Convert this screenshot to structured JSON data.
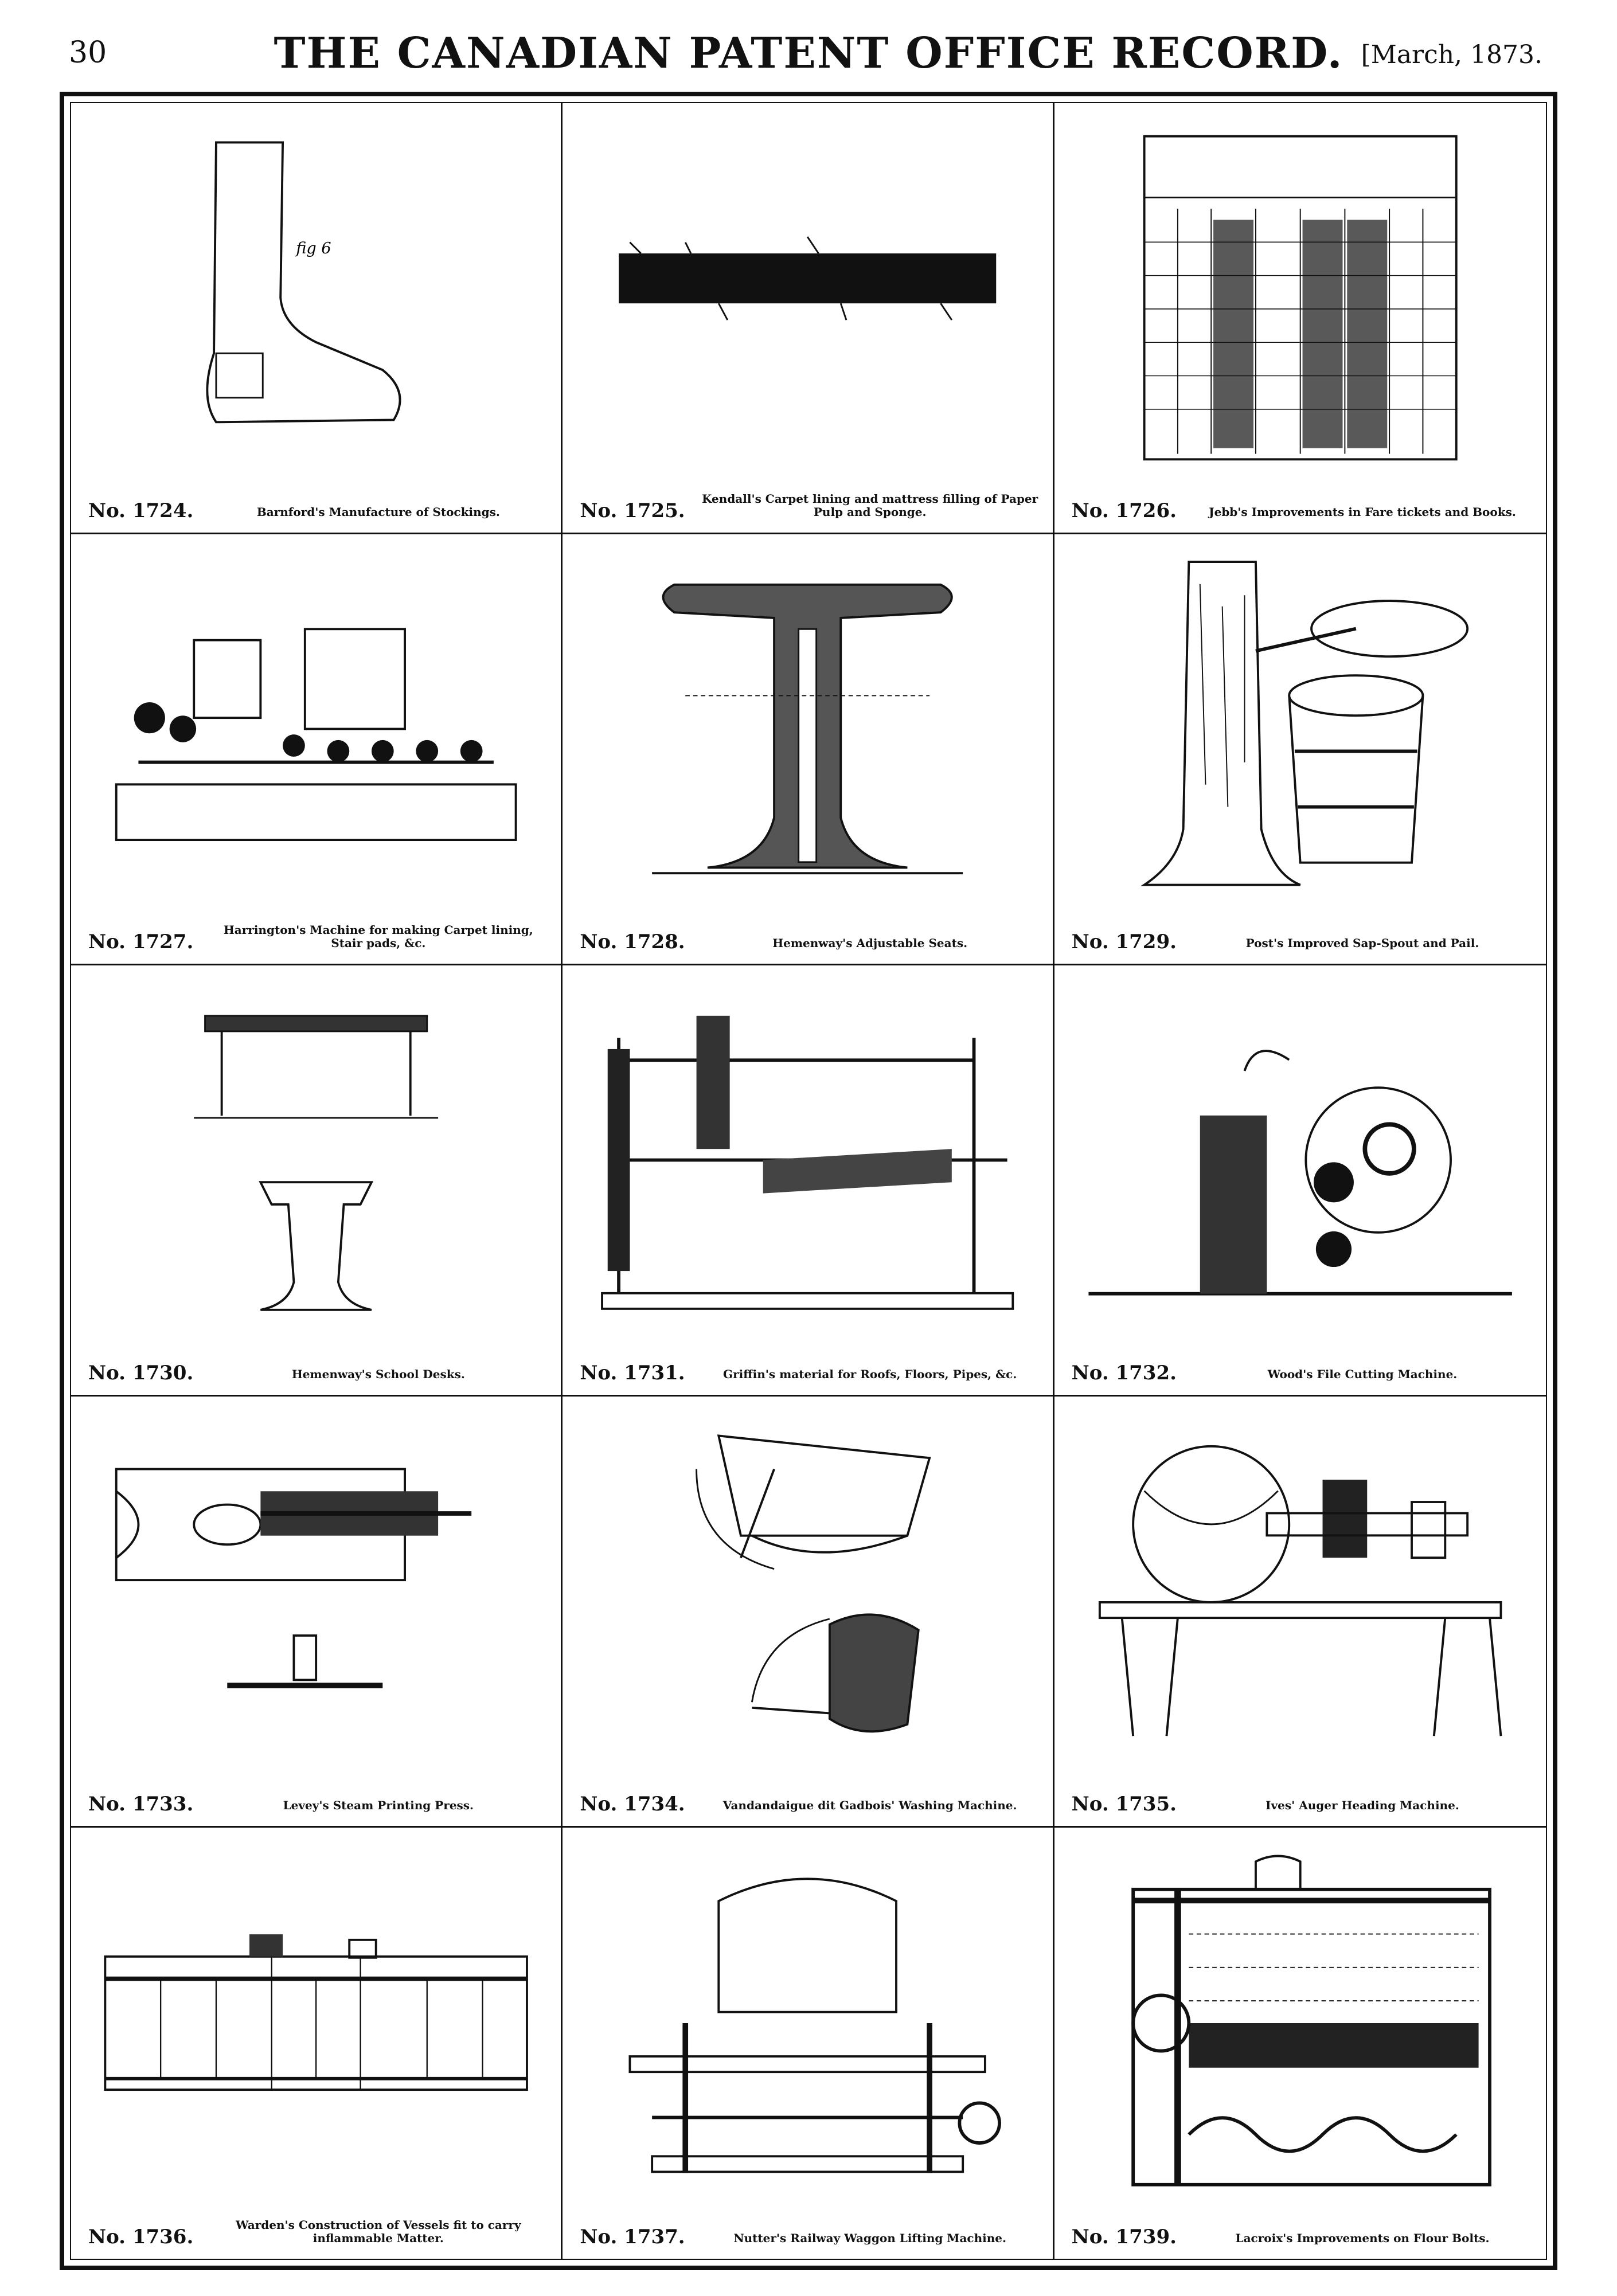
{
  "header": {
    "page_number": "30",
    "title": "THE CANADIAN PATENT OFFICE RECORD.",
    "date": "[March, 1873."
  },
  "patents": [
    {
      "no": "No. 1724.",
      "title": "Barnford's Manufacture of Stockings.",
      "icon": "stocking-drawing"
    },
    {
      "no": "No. 1725.",
      "title": "Kendall's Carpet lining and mattress filling of Paper Pulp and Sponge.",
      "icon": "carpet-lining-drawing"
    },
    {
      "no": "No. 1726.",
      "title": "Jebb's Improvements in Fare tickets and Books.",
      "icon": "fare-ticket-drawing"
    },
    {
      "no": "No. 1727.",
      "title": "Harrington's Machine for making Carpet lining, Stair pads, &c.",
      "icon": "carpet-machine-drawing"
    },
    {
      "no": "No. 1728.",
      "title": "Hemenway's Adjustable Seats.",
      "icon": "adjustable-seat-drawing"
    },
    {
      "no": "No. 1729.",
      "title": "Post's Improved Sap-Spout and Pail.",
      "icon": "sap-spout-pail-drawing"
    },
    {
      "no": "No. 1730.",
      "title": "Hemenway's School Desks.",
      "icon": "school-desk-drawing"
    },
    {
      "no": "No. 1731.",
      "title": "Griffin's material for Roofs, Floors, Pipes, &c.",
      "icon": "roofing-machine-drawing"
    },
    {
      "no": "No. 1732.",
      "title": "Wood's File Cutting Machine.",
      "icon": "file-cutting-machine-drawing"
    },
    {
      "no": "No. 1733.",
      "title": "Levey's Steam Printing Press.",
      "icon": "printing-press-drawing"
    },
    {
      "no": "No. 1734.",
      "title": "Vandandaigue dit Gadbois' Washing Machine.",
      "icon": "washing-machine-drawing"
    },
    {
      "no": "No. 1735.",
      "title": "Ives' Auger Heading Machine.",
      "icon": "auger-heading-machine-drawing"
    },
    {
      "no": "No. 1736.",
      "title": "Warden's Construction of Vessels fit to carry inflammable Matter.",
      "icon": "vessel-construction-drawing"
    },
    {
      "no": "No. 1737.",
      "title": "Nutter's Railway Waggon Lifting Machine.",
      "icon": "waggon-lifting-drawing"
    },
    {
      "no": "No. 1739.",
      "title": "Lacroix's Improvements on Flour Bolts.",
      "icon": "flour-bolt-drawing"
    }
  ]
}
